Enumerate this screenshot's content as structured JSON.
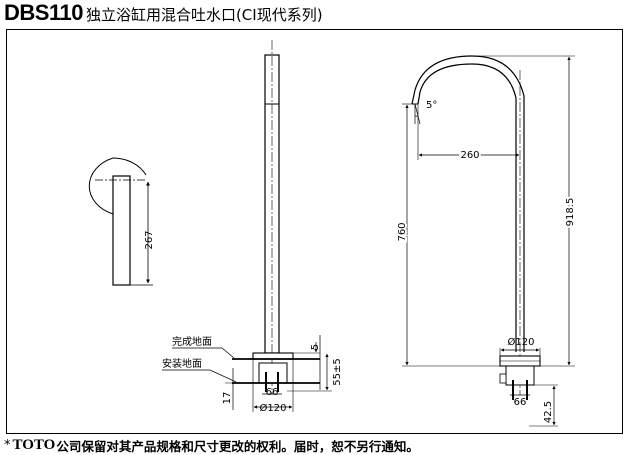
{
  "header": {
    "model": "DBS110",
    "title": "独立浴缸用混合吐水口(CI现代系列)"
  },
  "drawing": {
    "front_view": {
      "dim_height": "267"
    },
    "side_view": {
      "floor_finished_label": "完成地面",
      "floor_install_label": "安装地面",
      "dim_top": "5",
      "dim_total": "55±5",
      "dim_below": "17",
      "dim_pipe_spacing": "66",
      "dim_diameter": "Ø120"
    },
    "spout_view": {
      "dim_angle": "5°",
      "dim_reach": "260",
      "dim_height": "760",
      "dim_total_height": "918.5",
      "dim_base_diameter": "Ø120",
      "dim_pipe_spacing": "66",
      "dim_bottom": "42.5"
    }
  },
  "footer": {
    "star": "*",
    "brand": "TOTO",
    "note": "公司保留对其产品规格和尺寸更改的权利。届时，恕不另行通知。"
  }
}
